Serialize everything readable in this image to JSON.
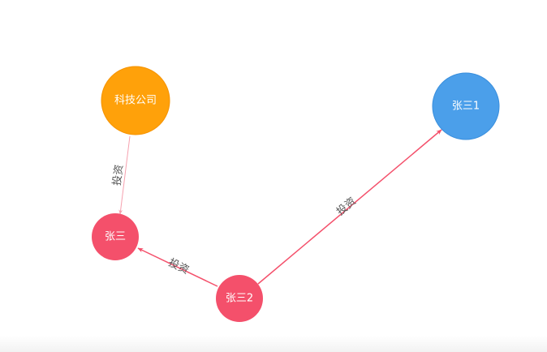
{
  "graph": {
    "nodes": [
      {
        "id": "company",
        "label": "科技公司",
        "color": "#FFA10A"
      },
      {
        "id": "zhangsan",
        "label": "张三",
        "color": "#F4506B"
      },
      {
        "id": "zhangsan2",
        "label": "张三2",
        "color": "#F4506B"
      },
      {
        "id": "zhangsan1",
        "label": "张三1",
        "color": "#4B9FEA"
      }
    ],
    "edges": [
      {
        "source": "company",
        "target": "zhangsan",
        "label": "投资",
        "color": "#F6A0AE"
      },
      {
        "source": "zhangsan2",
        "target": "zhangsan",
        "label": "投资",
        "color": "#F4506B"
      },
      {
        "source": "zhangsan2",
        "target": "zhangsan1",
        "label": "投资",
        "color": "#F4506B"
      }
    ]
  }
}
